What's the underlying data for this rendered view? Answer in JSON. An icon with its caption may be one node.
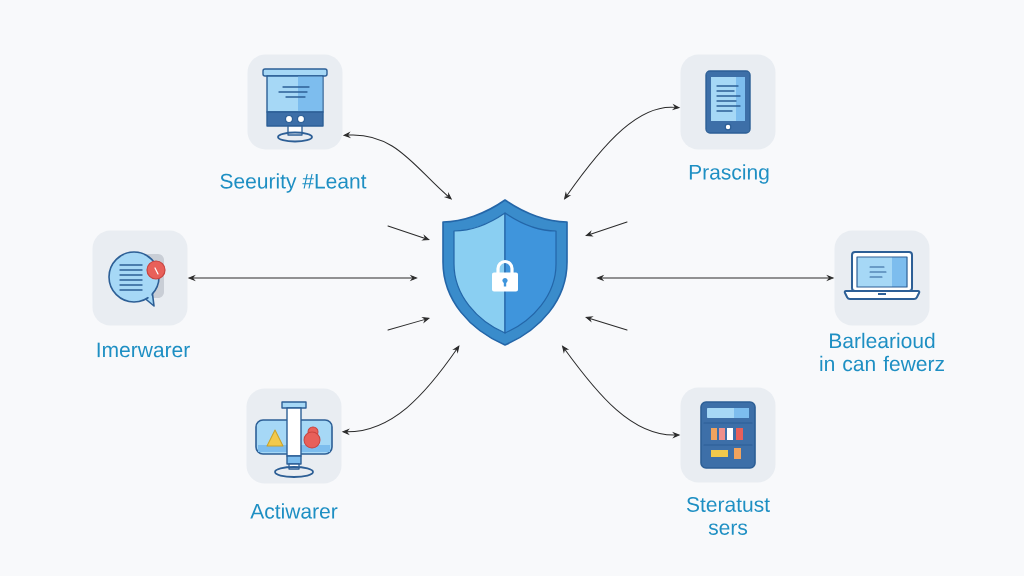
{
  "diagram": {
    "nodes": [
      {
        "text": [
          "Seeurity #Leant"
        ]
      },
      {
        "text": [
          "Prascing"
        ]
      },
      {
        "text": [
          "Imerwarer"
        ]
      },
      {
        "text": [],
        "shape": "shield"
      },
      {
        "text": [
          "Barlearioud in can fewerz"
        ]
      },
      {
        "text": [
          "Actiwarer"
        ]
      },
      {
        "text": [
          "Steratust sers"
        ]
      }
    ],
    "edges": [
      {
        "from": 0,
        "to": 3,
        "arrow": "both"
      },
      {
        "from": 1,
        "to": 3,
        "arrow": "both"
      },
      {
        "from": 2,
        "to": 3,
        "arrow": "both"
      },
      {
        "from": 4,
        "to": 3,
        "arrow": "both"
      },
      {
        "from": 5,
        "to": 3,
        "arrow": "both"
      },
      {
        "from": 6,
        "to": 3,
        "arrow": "both"
      }
    ]
  }
}
